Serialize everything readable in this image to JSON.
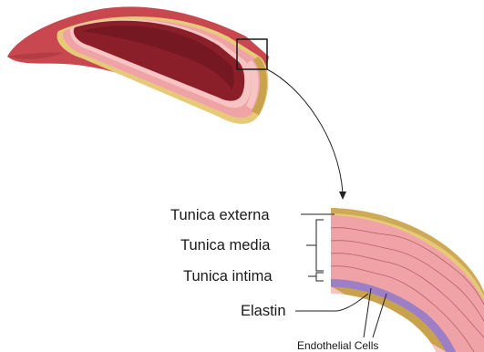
{
  "labels": {
    "tunica_externa": "Tunica externa",
    "tunica_media": "Tunica media",
    "tunica_intima": "Tunica intima",
    "elastin": "Elastin",
    "endothelial_cells": "Endothelial Cells"
  },
  "colors": {
    "vessel_outer": "#c9484f",
    "vessel_outer_dark": "#a3343c",
    "lumen_blood": "#8a1f2a",
    "lumen_dark": "#6e1620",
    "adventitia_yellow": "#e7c97a",
    "adventitia_edge": "#c9a24d",
    "media_pink": "#f0a3a6",
    "media_light": "#f6c4c3",
    "intima_purple": "#9d7fc7",
    "elastin_line": "#b0626a",
    "leader_line": "#222222"
  }
}
